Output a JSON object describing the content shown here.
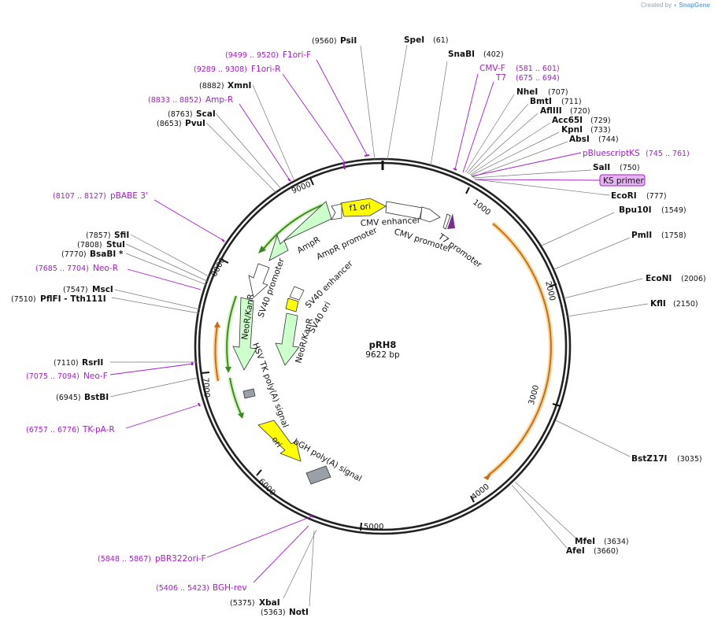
{
  "credit": {
    "prefix": "Created by",
    "brand": "SnapGene"
  },
  "plasmid": {
    "name": "pRH8",
    "size_label": "9622 bp",
    "length": 9622
  },
  "ticks": [
    "1000",
    "2000",
    "3000",
    "4000",
    "5000",
    "6000",
    "7000",
    "8000",
    "9000"
  ],
  "sites": [
    {
      "name": "PsiI",
      "pos": "(9560)"
    },
    {
      "name": "SpeI",
      "pos": "(61)"
    },
    {
      "name": "SnaBI",
      "pos": "(402)"
    },
    {
      "name": "NheI",
      "pos": "(707)"
    },
    {
      "name": "BmtI",
      "pos": "(711)"
    },
    {
      "name": "AflIII",
      "pos": "(720)"
    },
    {
      "name": "Acc65I",
      "pos": "(729)"
    },
    {
      "name": "KpnI",
      "pos": "(733)"
    },
    {
      "name": "AbsI",
      "pos": "(744)"
    },
    {
      "name": "SalI",
      "pos": "(750)"
    },
    {
      "name": "EcoRI",
      "pos": "(777)"
    },
    {
      "name": "Bpu10I",
      "pos": "(1549)"
    },
    {
      "name": "PmlI",
      "pos": "(1758)"
    },
    {
      "name": "EcoNI",
      "pos": "(2006)"
    },
    {
      "name": "KflI",
      "pos": "(2150)"
    },
    {
      "name": "BstZ17I",
      "pos": "(3035)"
    },
    {
      "name": "MfeI",
      "pos": "(3634)"
    },
    {
      "name": "AfeI",
      "pos": "(3660)"
    },
    {
      "name": "NotI",
      "pos": "(5363)"
    },
    {
      "name": "XbaI",
      "pos": "(5375)"
    },
    {
      "name": "BstBI",
      "pos": "(6945)"
    },
    {
      "name": "RsrII",
      "pos": "(7110)"
    },
    {
      "name": "PflFI - Tth111I",
      "pos": "(7510)"
    },
    {
      "name": "MscI",
      "pos": "(7547)"
    },
    {
      "name": "BsaBI *",
      "pos": "(7770)"
    },
    {
      "name": "StuI",
      "pos": "(7808)"
    },
    {
      "name": "SfiI",
      "pos": "(7857)"
    },
    {
      "name": "PvuI",
      "pos": "(8653)"
    },
    {
      "name": "ScaI",
      "pos": "(8763)"
    },
    {
      "name": "XmnI",
      "pos": "(8882)"
    }
  ],
  "primers": [
    {
      "name": "F1ori-F",
      "pos": "(9499 .. 9520)"
    },
    {
      "name": "F1ori-R",
      "pos": "(9289 .. 9308)"
    },
    {
      "name": "Amp-R",
      "pos": "(8833 .. 8852)"
    },
    {
      "name": "CMV-F",
      "pos": "(581 .. 601)"
    },
    {
      "name": "T7",
      "pos": "(675 .. 694)"
    },
    {
      "name": "pBluescriptKS",
      "pos": "(745 .. 761)"
    },
    {
      "name": "KS primer",
      "pos": ""
    },
    {
      "name": "pBABE 3'",
      "pos": "(8107 .. 8127)"
    },
    {
      "name": "Neo-R",
      "pos": "(7685 .. 7704)"
    },
    {
      "name": "Neo-F",
      "pos": "(7075 .. 7094)"
    },
    {
      "name": "TK-pA-R",
      "pos": "(6757 .. 6776)"
    },
    {
      "name": "pBR322ori-F",
      "pos": "(5848 .. 5867)"
    },
    {
      "name": "BGH-rev",
      "pos": "(5406 .. 5423)"
    }
  ],
  "features": [
    {
      "name": "f1 ori"
    },
    {
      "name": "CMV enhancer"
    },
    {
      "name": "CMV promoter"
    },
    {
      "name": "T7 promoter"
    },
    {
      "name": "AmpR"
    },
    {
      "name": "AmpR promoter"
    },
    {
      "name": "SV40 promoter"
    },
    {
      "name": "SV40 enhancer"
    },
    {
      "name": "SV40 ori"
    },
    {
      "name": "NeoR/KanR"
    },
    {
      "name": "HSV TK poly(A) signal"
    },
    {
      "name": "ori"
    },
    {
      "name": "bGH poly(A) signal"
    }
  ],
  "colors": {
    "primer": "#a020c8",
    "backbone": "#222222",
    "orf_orange": "#d9821f",
    "orf_green": "#3c8a1e",
    "promoter_fill": "#ffffff",
    "ori_fill": "#ffff00",
    "amp_fill": "#ccffcc",
    "polyA_fill": "#9aa0a8"
  }
}
